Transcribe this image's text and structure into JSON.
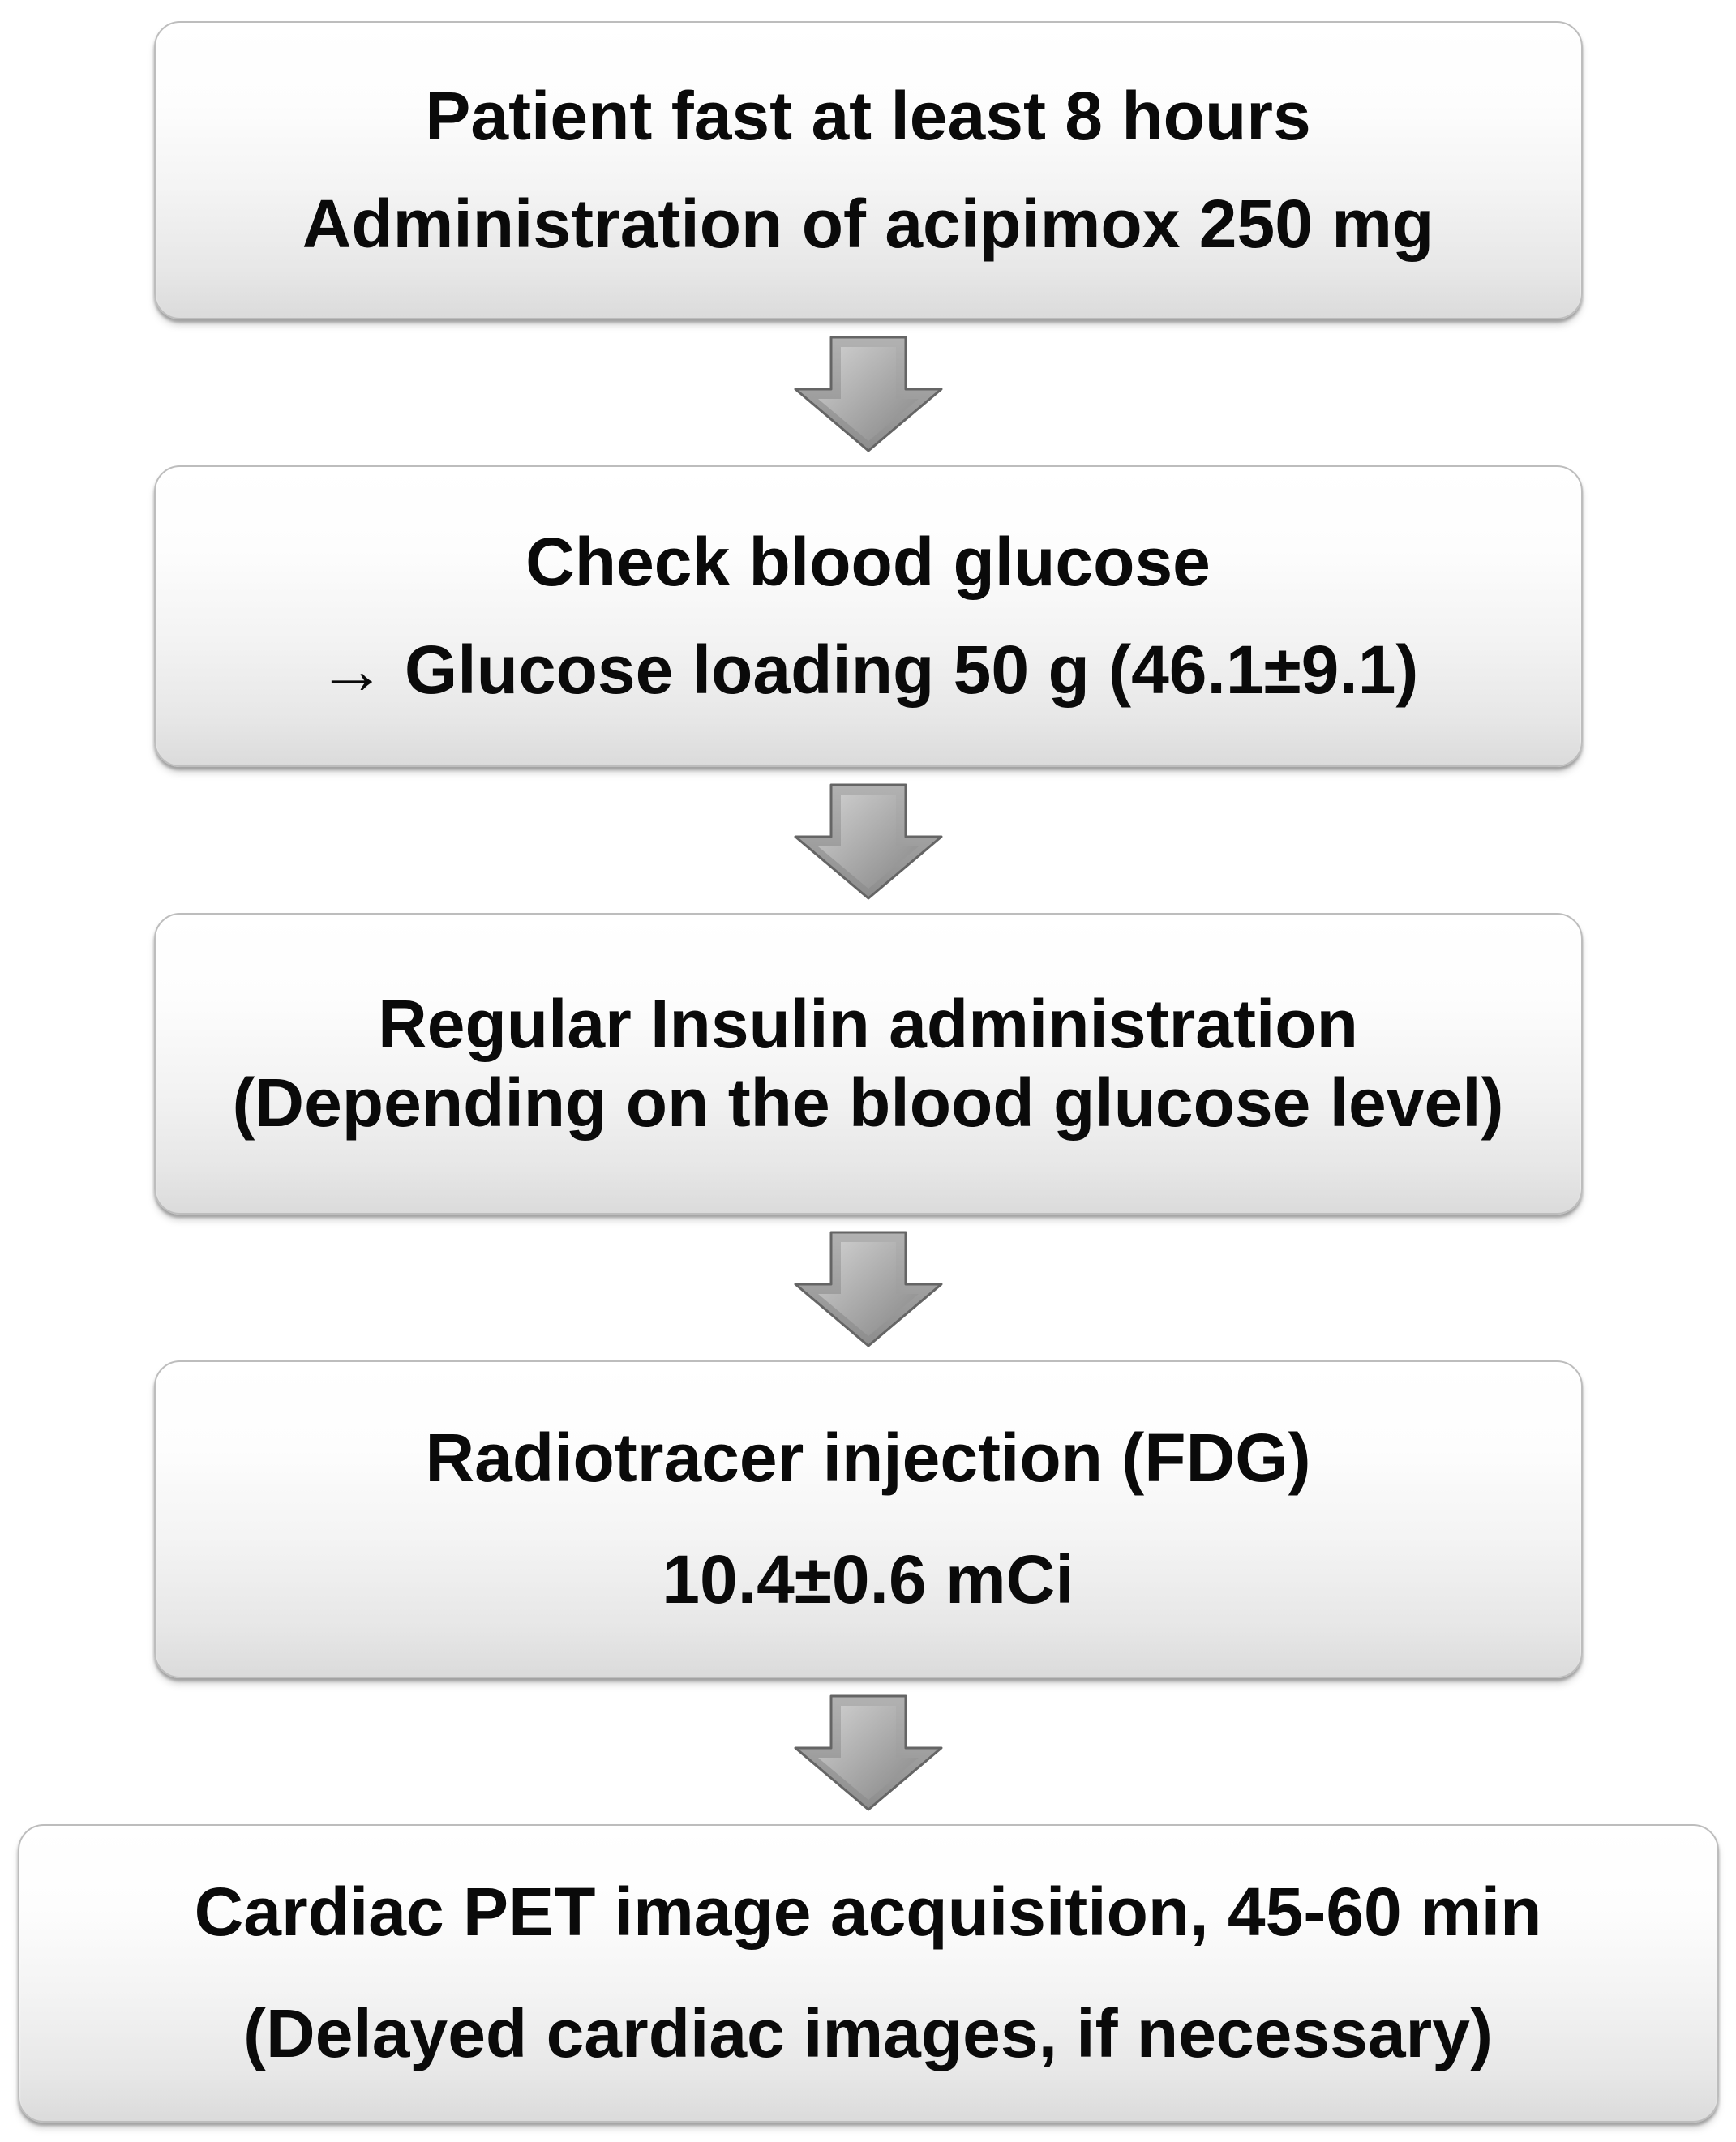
{
  "figure": {
    "type": "flowchart",
    "title": "Cardiac FDG PET preparation protocol flowchart",
    "background_color": "#ffffff",
    "text_color": "#0a0a0a",
    "box_border_color": "#bdbdbd",
    "box_gradient_top": "#ffffff",
    "box_gradient_bottom": "#dbdbdb",
    "arrow_fill_color": "#9b9b9b",
    "arrow_highlight_color": "#cccccc",
    "arrow_edge_color": "#656565",
    "connector_icon": "down-arrow-icon",
    "connector_count": 4
  },
  "steps": [
    {
      "line1": "Patient fast at least 8 hours",
      "line2": "Administration of acipimox 250 mg"
    },
    {
      "line1": "Check blood glucose",
      "line2": "→ Glucose loading 50 g (46.1±9.1)"
    },
    {
      "line1": "Regular Insulin administration",
      "line2": "(Depending on the blood glucose level)"
    },
    {
      "line1": "Radiotracer injection (FDG)",
      "line2": "10.4±0.6 mCi"
    },
    {
      "line1": "Cardiac PET image acquisition, 45-60 min",
      "line2": "(Delayed cardiac images, if necessary)"
    }
  ]
}
